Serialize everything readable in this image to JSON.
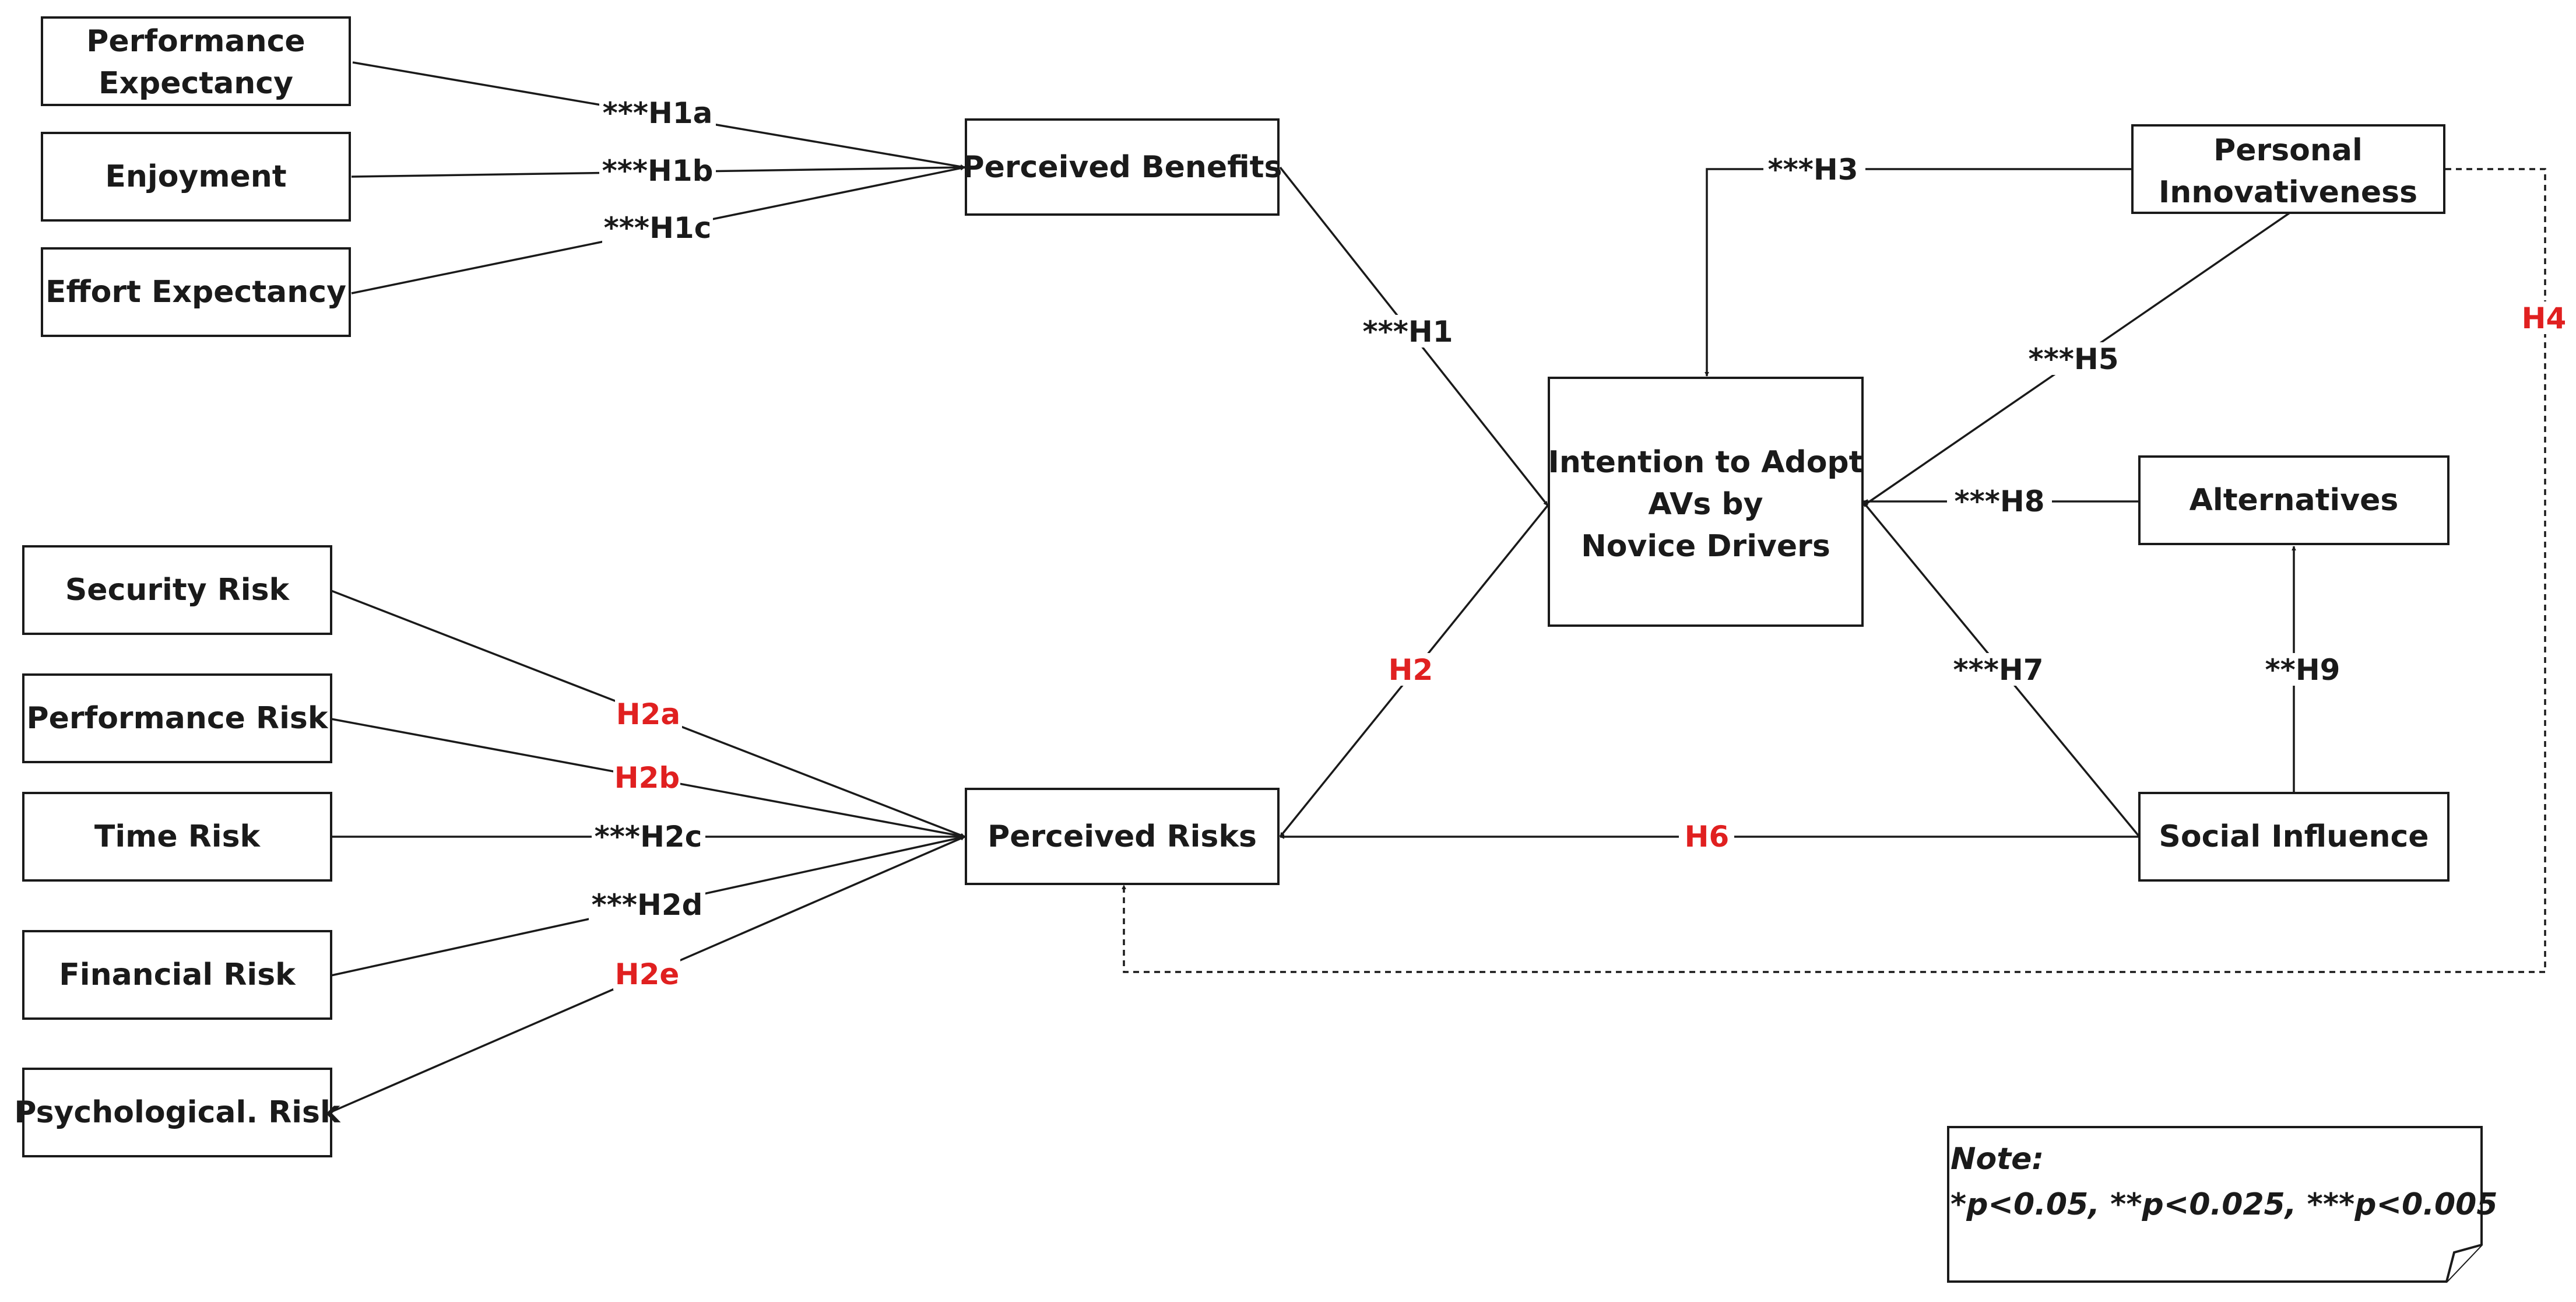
{
  "colors": {
    "significant": "#1a1a1a",
    "non_significant": "#e02020"
  },
  "nodes": {
    "performance_expectancy": {
      "line1": "Performance",
      "line2": "Expectancy"
    },
    "enjoyment": {
      "label": "Enjoyment"
    },
    "effort_expectancy": {
      "label": "Effort Expectancy"
    },
    "perceived_benefits": {
      "label": "Perceived Benefits"
    },
    "security_risk": {
      "label": "Security Risk"
    },
    "performance_risk": {
      "label": "Performance Risk"
    },
    "time_risk": {
      "label": "Time Risk"
    },
    "financial_risk": {
      "label": "Financial Risk"
    },
    "psychological_risk": {
      "label": "Psychological. Risk"
    },
    "perceived_risks": {
      "label": "Perceived Risks"
    },
    "intention": {
      "line1": "Intention to Adopt",
      "line2": "AVs by",
      "line3": "Novice Drivers"
    },
    "personal_innovativeness": {
      "line1": "Personal",
      "line2": "Innovativeness"
    },
    "alternatives": {
      "label": "Alternatives"
    },
    "social_influence": {
      "label": "Social Influence"
    }
  },
  "edges": {
    "h1a": {
      "label": "***H1a",
      "significant": true
    },
    "h1b": {
      "label": "***H1b",
      "significant": true
    },
    "h1c": {
      "label": "***H1c",
      "significant": true
    },
    "h1": {
      "label": "***H1",
      "significant": true
    },
    "h2a": {
      "label": "H2a",
      "significant": false
    },
    "h2b": {
      "label": "H2b",
      "significant": false
    },
    "h2c": {
      "label": "***H2c",
      "significant": true
    },
    "h2d": {
      "label": "***H2d",
      "significant": true
    },
    "h2e": {
      "label": "H2e",
      "significant": false
    },
    "h2": {
      "label": "H2",
      "significant": false
    },
    "h3": {
      "label": "***H3",
      "significant": true
    },
    "h4": {
      "label": "H4",
      "significant": false
    },
    "h5": {
      "label": "***H5",
      "significant": true
    },
    "h6": {
      "label": "H6",
      "significant": false
    },
    "h7": {
      "label": "***H7",
      "significant": true
    },
    "h8": {
      "label": "***H8",
      "significant": true
    },
    "h9": {
      "label": "**H9",
      "significant": true
    }
  },
  "note": {
    "title": "Note:",
    "text": "*p<0.05, **p<0.025, ***p<0.005"
  }
}
